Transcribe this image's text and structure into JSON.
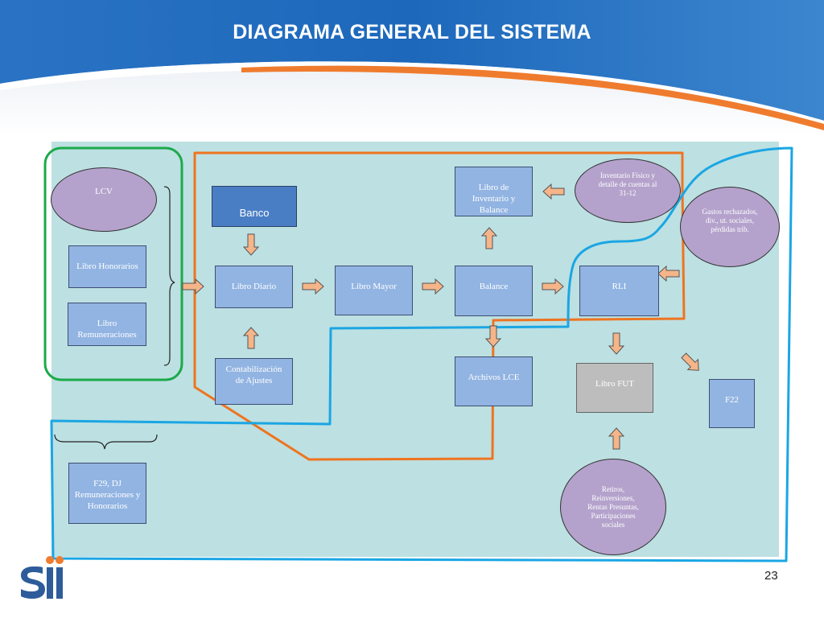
{
  "title": "DIAGRAMA GENERAL DEL SISTEMA",
  "page_number": "23",
  "colors": {
    "header_blue": "#1e6fbf",
    "panel": "#bde0e2",
    "box": "#92b4e2",
    "box_grey": "#bdbdbd",
    "ellipse": "#b4a2cc",
    "arrow": "#f5b589",
    "green_outline": "#1aaa4a",
    "orange_outline": "#ee7420",
    "blue_outline": "#1aa6e4"
  },
  "nodes": {
    "lcv": "LCV",
    "libro_honorarios": "Libro Honorarios",
    "libro_remuneraciones": "Libro Remuneraciones",
    "f29": "F29, DJ Remuneraciones y Honorarios",
    "banco": "Banco",
    "libro_diario": "Libro Diario",
    "contabilizacion": "Contabilización de Ajustes",
    "libro_mayor": "Libro Mayor",
    "balance": "Balance",
    "libro_inventario": "Libro de Inventario y Balance",
    "inventario_fisico": "Inventario Físico y detalle de cuentas al 31-12",
    "archivos_lce": "Archivos LCE",
    "rli": "RLI",
    "gastos": "Gastos rechazados, div., ut. sociales, pérdidas trib.",
    "libro_fut": "Libro FUT",
    "f22": "F22",
    "retiros": "Retiros, Reinversiones, Rentas Presuntas, Participaciones sociales"
  }
}
